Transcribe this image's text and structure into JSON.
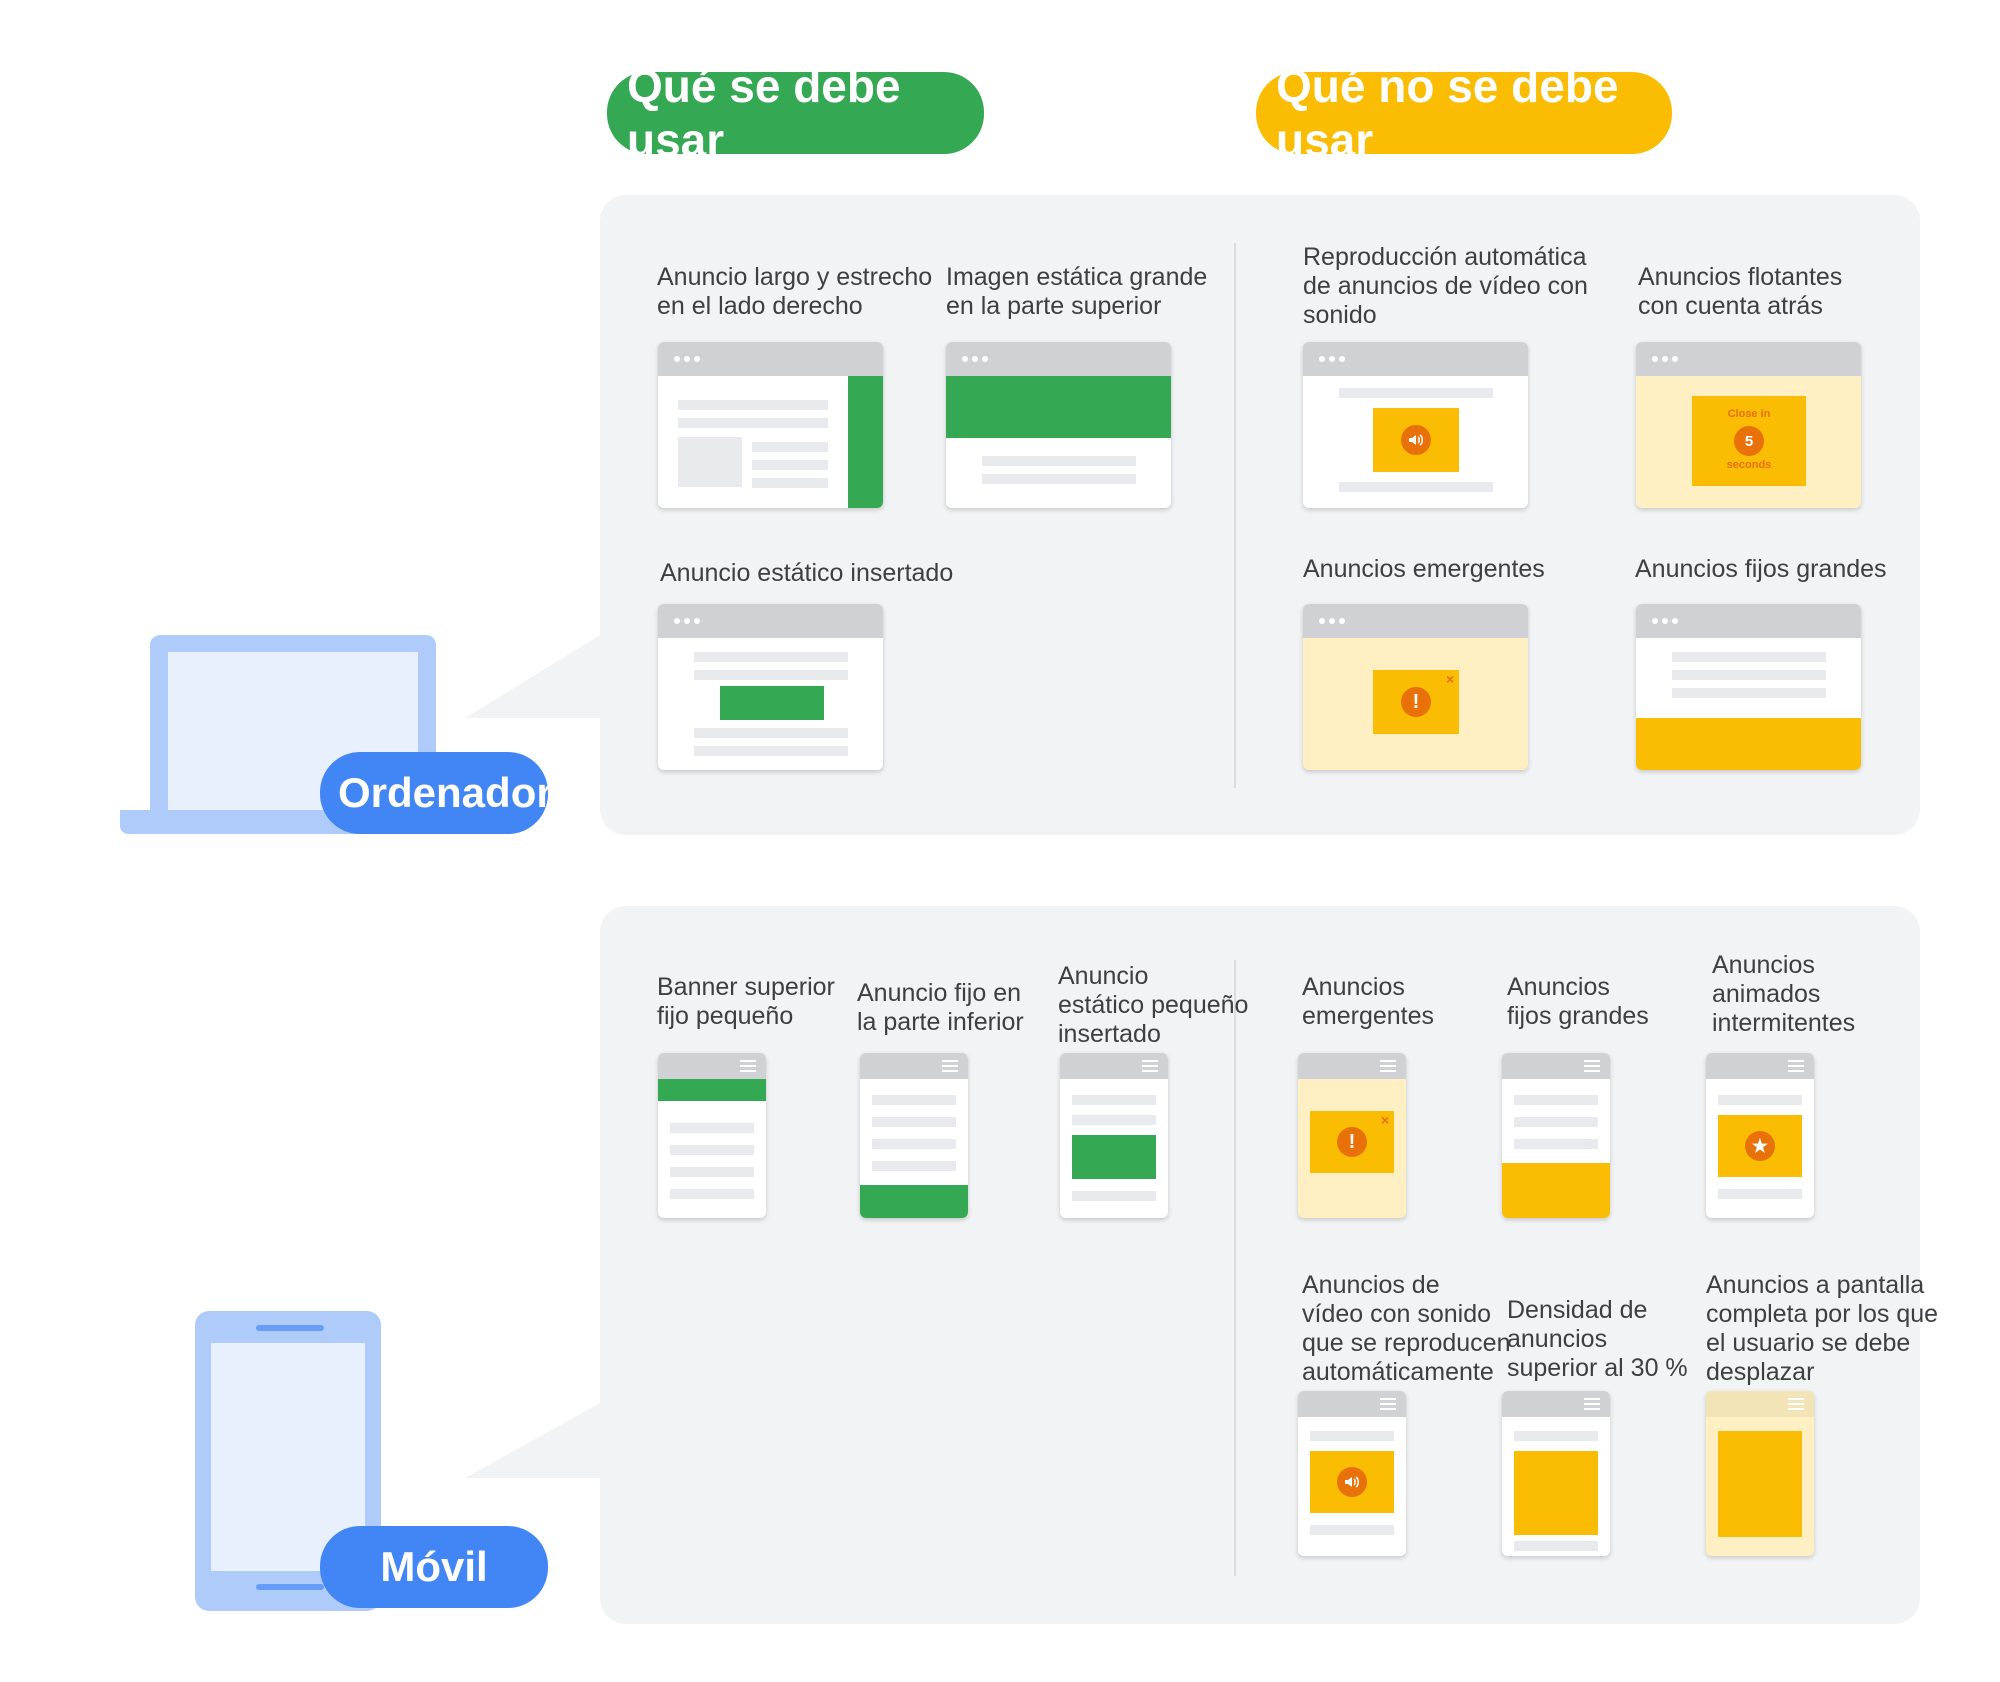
{
  "headers": {
    "do": "Qué se debe usar",
    "dont": "Qué no se debe usar"
  },
  "devices": {
    "desktop": "Ordenador",
    "mobile": "Móvil"
  },
  "desktop": {
    "do": [
      "Anuncio largo y estrecho\nen el lado derecho",
      "Imagen estática grande\nen la parte superior",
      "Anuncio estático insertado"
    ],
    "dont": [
      "Reproducción automática\nde anuncios de vídeo con\nsonido",
      "Anuncios flotantes\ncon cuenta atrás",
      "Anuncios emergentes",
      "Anuncios fijos grandes"
    ],
    "countdown": {
      "top": "Close in",
      "number": "5",
      "bottom": "seconds"
    }
  },
  "mobile": {
    "do": [
      "Banner superior\nfijo pequeño",
      "Anuncio fijo en\nla parte inferior",
      "Anuncio\nestático pequeño\ninsertado"
    ],
    "dont": [
      "Anuncios\nemergentes",
      "Anuncios\nfijos grandes",
      "Anuncios\nanimados\nintermitentes",
      "Anuncios de\nvídeo con sonido\nque se reproducen\nautomáticamente",
      "Densidad de\nanuncios\nsuperior al 30 %",
      "Anuncios a pantalla\ncompleta por los que\nel usuario se debe\ndesplazar"
    ]
  },
  "colors": {
    "do": "#34a853",
    "dont": "#fbbc04",
    "device": "#4285f4",
    "panel": "#f1f3f4"
  }
}
